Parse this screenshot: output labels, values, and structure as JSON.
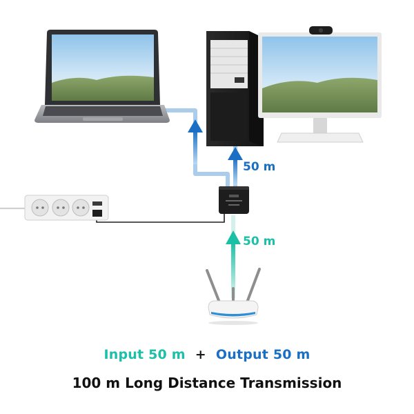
{
  "labels": {
    "output_distance": "50 m",
    "input_distance": "50 m"
  },
  "caption": {
    "input_text": "Input 50 m",
    "plus": "+",
    "output_text": "Output 50 m",
    "title": "100 m Long Distance Transmission"
  },
  "colors": {
    "input_teal": "#1cbfa7",
    "output_blue": "#1a6fc4",
    "cable_light_blue": "#a9cdea",
    "cable_black": "#1f1f1f"
  },
  "icons": [
    "laptop-icon",
    "desktop-tower-icon",
    "monitor-icon",
    "webcam-icon",
    "power-strip-icon",
    "extender-icon",
    "router-icon"
  ]
}
